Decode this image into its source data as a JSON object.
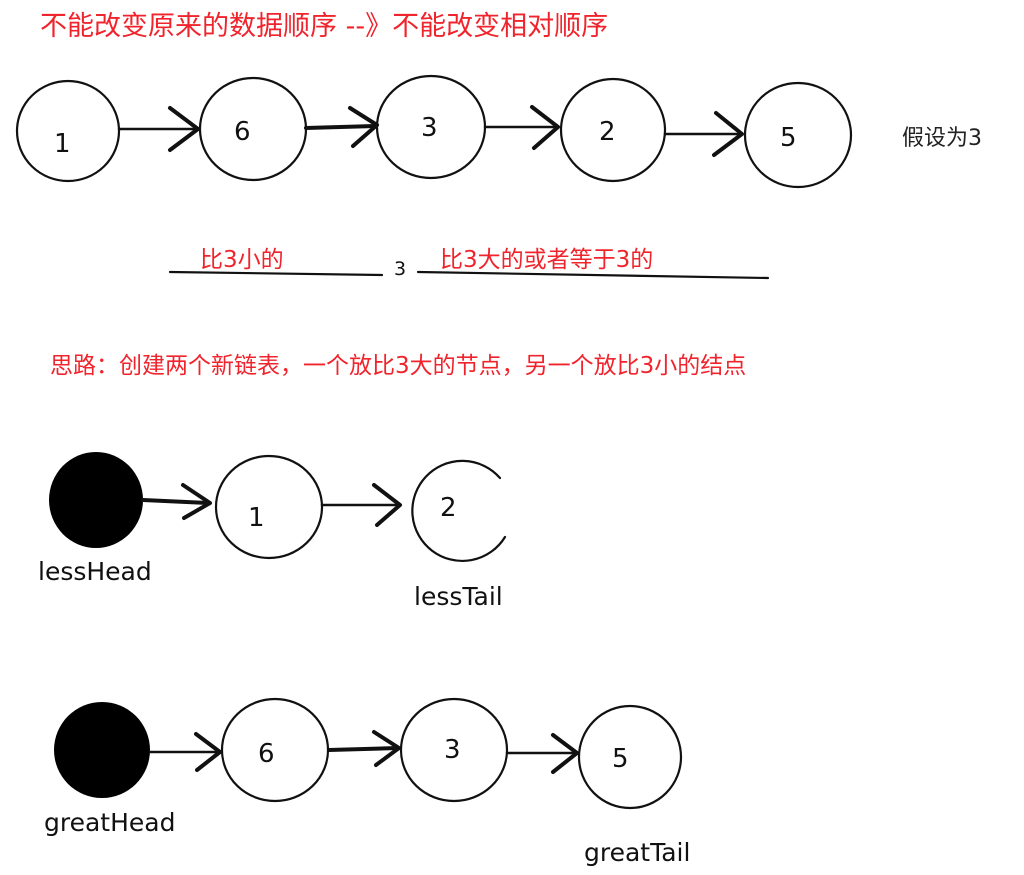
{
  "title": "不能改变原来的数据顺序  --》不能改变相对顺序",
  "assume_text": "假设为3",
  "partition": {
    "left_label": "比3小的",
    "pivot": "3",
    "right_label": "比3大的或者等于3的"
  },
  "idea_text": "思路：创建两个新链表，一个放比3大的节点，另一个放比3小的结点",
  "original_list": [
    "1",
    "6",
    "3",
    "2",
    "5"
  ],
  "less_list": {
    "head_label": "lessHead",
    "tail_label": "lessTail",
    "nodes": [
      "1",
      "2"
    ]
  },
  "great_list": {
    "head_label": "greatHead",
    "tail_label": "greatTail",
    "nodes": [
      "6",
      "3",
      "5"
    ]
  },
  "colors": {
    "annotation": "#f0242c",
    "ink": "#111111",
    "background": "#ffffff"
  }
}
